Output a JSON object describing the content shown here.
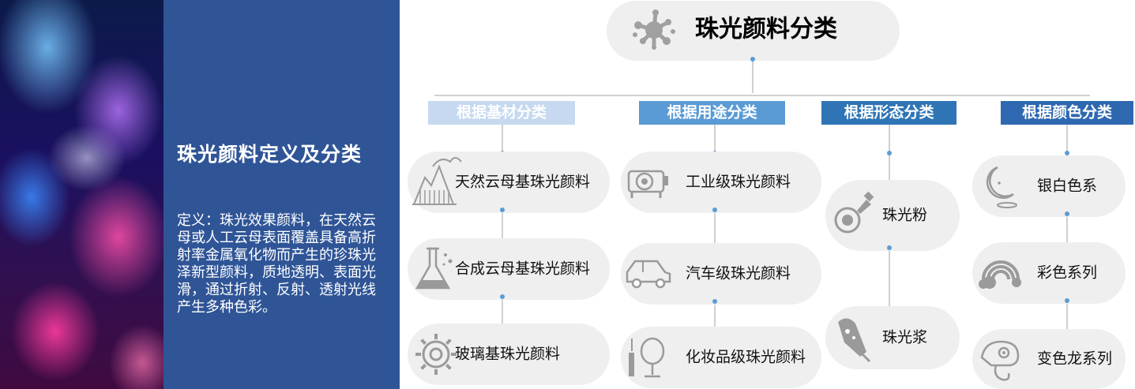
{
  "panel": {
    "title": "珠光颜料定义及分类",
    "definition": "定义：珠光效果颜料，在天然云母或人工云母表面覆盖具备高折射率金属氧化物而产生的珍珠光泽新型颜料，质地透明、表面光滑，通过折射、反射、透射光线产生多种色彩。"
  },
  "root": {
    "label": "珠光颜料分类",
    "icon": "pigment-splash-icon"
  },
  "categories": [
    {
      "label": "根据基材分类",
      "color": "#c6d9f0",
      "text_color": "#ffffff",
      "items": [
        {
          "label": "天然云母基珠光颜料",
          "icon": "mountain-icon"
        },
        {
          "label": "合成云母基珠光颜料",
          "icon": "flask-icon"
        },
        {
          "label": "玻璃基珠光颜料",
          "icon": "gear-icon"
        }
      ]
    },
    {
      "label": "根据用途分类",
      "color": "#5b9bd5",
      "text_color": "#ffffff",
      "items": [
        {
          "label": "工业级珠光颜料",
          "icon": "machine-icon"
        },
        {
          "label": "汽车级珠光颜料",
          "icon": "car-icon"
        },
        {
          "label": "化妆品级珠光颜料",
          "icon": "mirror-icon"
        }
      ]
    },
    {
      "label": "根据形态分类",
      "color": "#2f75b5",
      "text_color": "#ffffff",
      "items": [
        {
          "label": "珠光粉",
          "icon": "powder-icon"
        },
        {
          "label": "珠光浆",
          "icon": "dropper-icon"
        }
      ]
    },
    {
      "label": "根据颜色分类",
      "color": "#2e68b0",
      "text_color": "#ffffff",
      "items": [
        {
          "label": "银白色系",
          "icon": "moon-icon"
        },
        {
          "label": "彩色系列",
          "icon": "rainbow-icon"
        },
        {
          "label": "变色龙系列",
          "icon": "chameleon-icon"
        }
      ]
    }
  ],
  "colors": {
    "line": "#c0c0c0",
    "dot": "#5b9bd5",
    "pill": "#efefef",
    "icon": "#9a9a9a",
    "panel": "#2f5597"
  }
}
